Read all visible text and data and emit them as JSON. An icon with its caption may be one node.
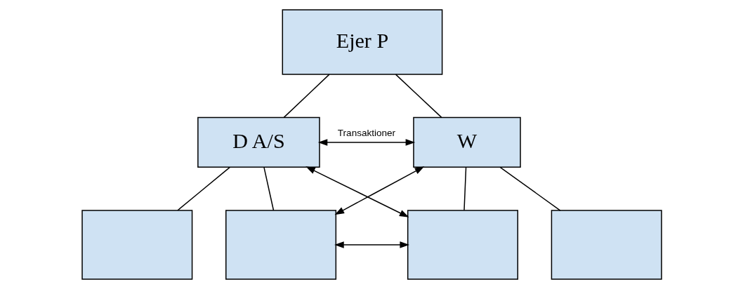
{
  "diagram": {
    "nodes": [
      {
        "text": [
          "Ejer P"
        ]
      },
      {
        "text": [
          "D A/S"
        ]
      },
      {
        "text": [
          "W"
        ]
      },
      {
        "text": [],
        "shape": "box"
      },
      {
        "text": [],
        "shape": "box"
      },
      {
        "text": [],
        "shape": "box"
      },
      {
        "text": [],
        "shape": "box"
      }
    ],
    "edges": [
      {
        "from": 0,
        "to": 1,
        "arrow": "none"
      },
      {
        "from": 0,
        "to": 2,
        "arrow": "none"
      },
      {
        "from": 1,
        "to": 2,
        "arrow": "both",
        "label": "Transaktioner"
      },
      {
        "from": 1,
        "to": 5,
        "arrow": "both"
      },
      {
        "from": 4,
        "to": 2,
        "arrow": "both"
      },
      {
        "from": 1,
        "to": 3,
        "arrow": "none"
      },
      {
        "from": 1,
        "to": 4,
        "arrow": "none"
      },
      {
        "from": 2,
        "to": 5,
        "arrow": "none"
      },
      {
        "from": 2,
        "to": 6,
        "arrow": "none"
      },
      {
        "from": 4,
        "to": 5,
        "arrow": "both"
      }
    ]
  }
}
